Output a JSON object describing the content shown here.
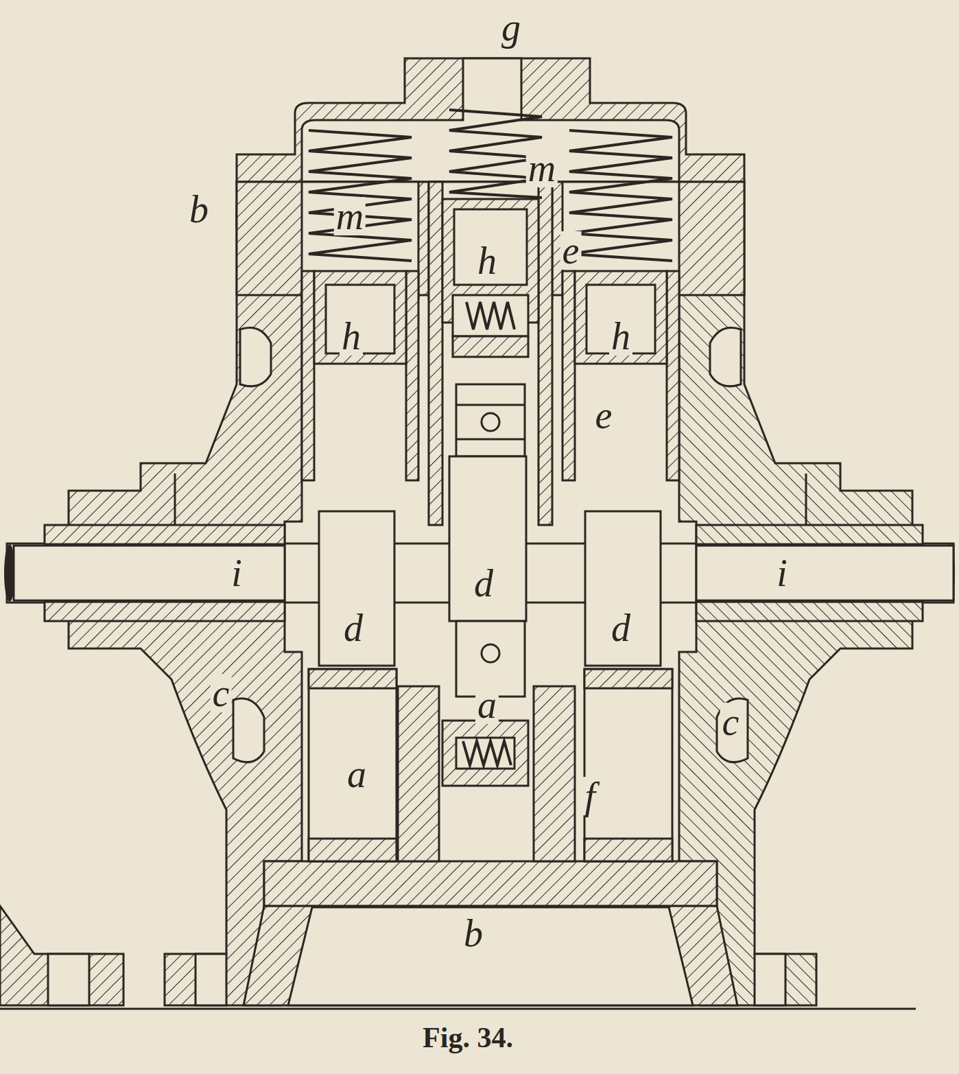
{
  "diagram": {
    "caption": "Fig. 34.",
    "labels": [
      "g",
      "m",
      "b",
      "m",
      "h",
      "e",
      "h",
      "h",
      "e",
      "i",
      "d",
      "i",
      "d",
      "d",
      "a",
      "c",
      "c",
      "a",
      "f",
      "b"
    ]
  }
}
